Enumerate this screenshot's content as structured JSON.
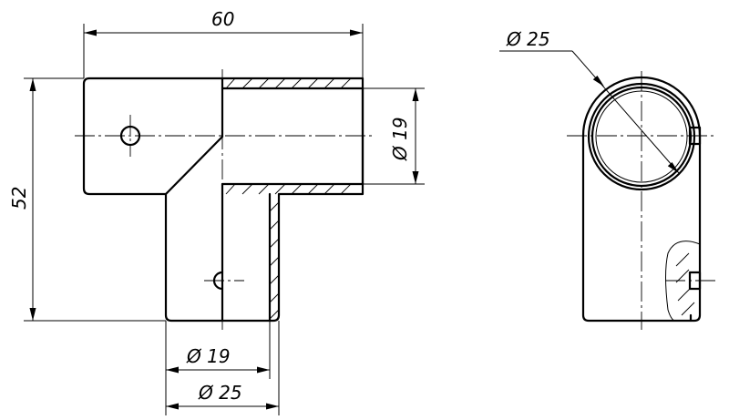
{
  "dimensions": {
    "width": "60",
    "height": "52",
    "bore_diameter": "Ø 19",
    "bottom_bore_diameter": "Ø 19",
    "bottom_outer_diameter": "Ø 25",
    "side_outer_diameter": "Ø 25"
  },
  "colors": {
    "line": "#000000",
    "background": "#ffffff"
  }
}
